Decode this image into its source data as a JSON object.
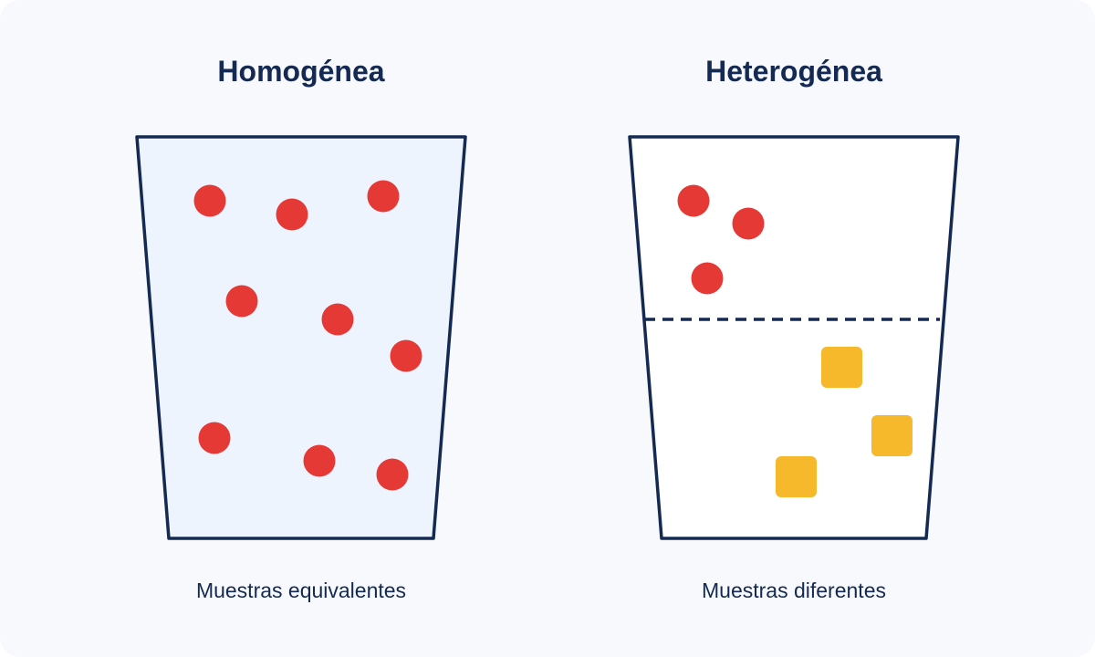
{
  "left_panel": {
    "title": "Homogénea",
    "caption": "Muestras equivalentes",
    "fill_color": "#eef4fd"
  },
  "right_panel": {
    "title": "Heterogénea",
    "caption": "Muestras diferentes",
    "fill_color": "#ffffff"
  },
  "colors": {
    "outline": "#142a52",
    "particle_red": "#e53935",
    "particle_yellow": "#f6b92c",
    "background": "#f7f9fc"
  }
}
